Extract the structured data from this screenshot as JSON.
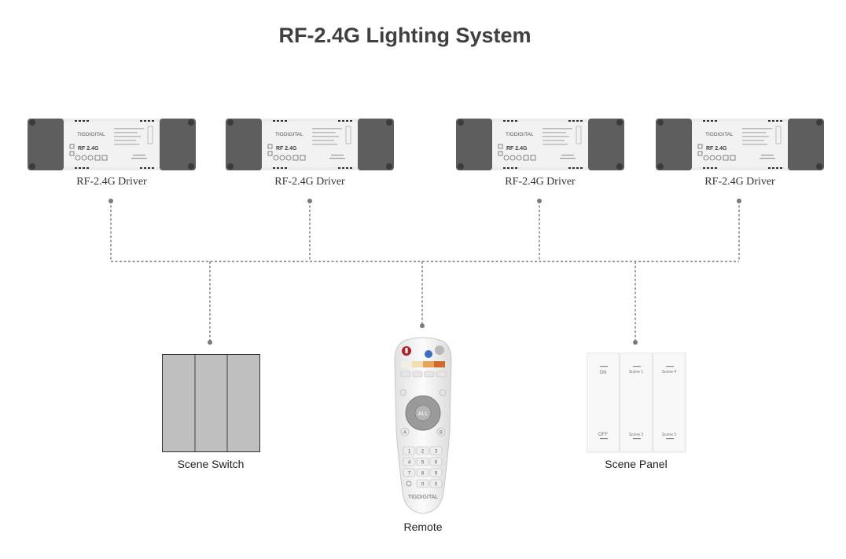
{
  "title": "RF-2.4G Lighting System",
  "drivers": [
    {
      "label": "RF-2.4G Driver",
      "brand": "TIGDIGITAL",
      "model": "RF 2.4G"
    },
    {
      "label": "RF-2.4G Driver",
      "brand": "TIGDIGITAL",
      "model": "RF 2.4G"
    },
    {
      "label": "RF-2.4G Driver",
      "brand": "TIGDIGITAL",
      "model": "RF 2.4G"
    },
    {
      "label": "RF-2.4G Driver",
      "brand": "TIGDIGITAL",
      "model": "RF 2.4G"
    }
  ],
  "controllers": {
    "scene_switch": {
      "label": "Scene Switch"
    },
    "remote": {
      "label": "Remote",
      "brand": "TIGDIGITAL",
      "center_button": "ALL",
      "left_button": "A",
      "right_button": "B",
      "keys": [
        "1",
        "2",
        "3",
        "4",
        "5",
        "6",
        "7",
        "8",
        "9",
        "0",
        "0"
      ]
    },
    "scene_panel": {
      "label": "Scene Panel",
      "buttons": [
        "ON",
        "Scene 1",
        "Scene 4",
        "OFF",
        "Scene 3",
        "Scene 5"
      ]
    }
  },
  "colors": {
    "title": "#404040",
    "wire": "#7a7a7a",
    "switch": "#bfbfbf"
  }
}
